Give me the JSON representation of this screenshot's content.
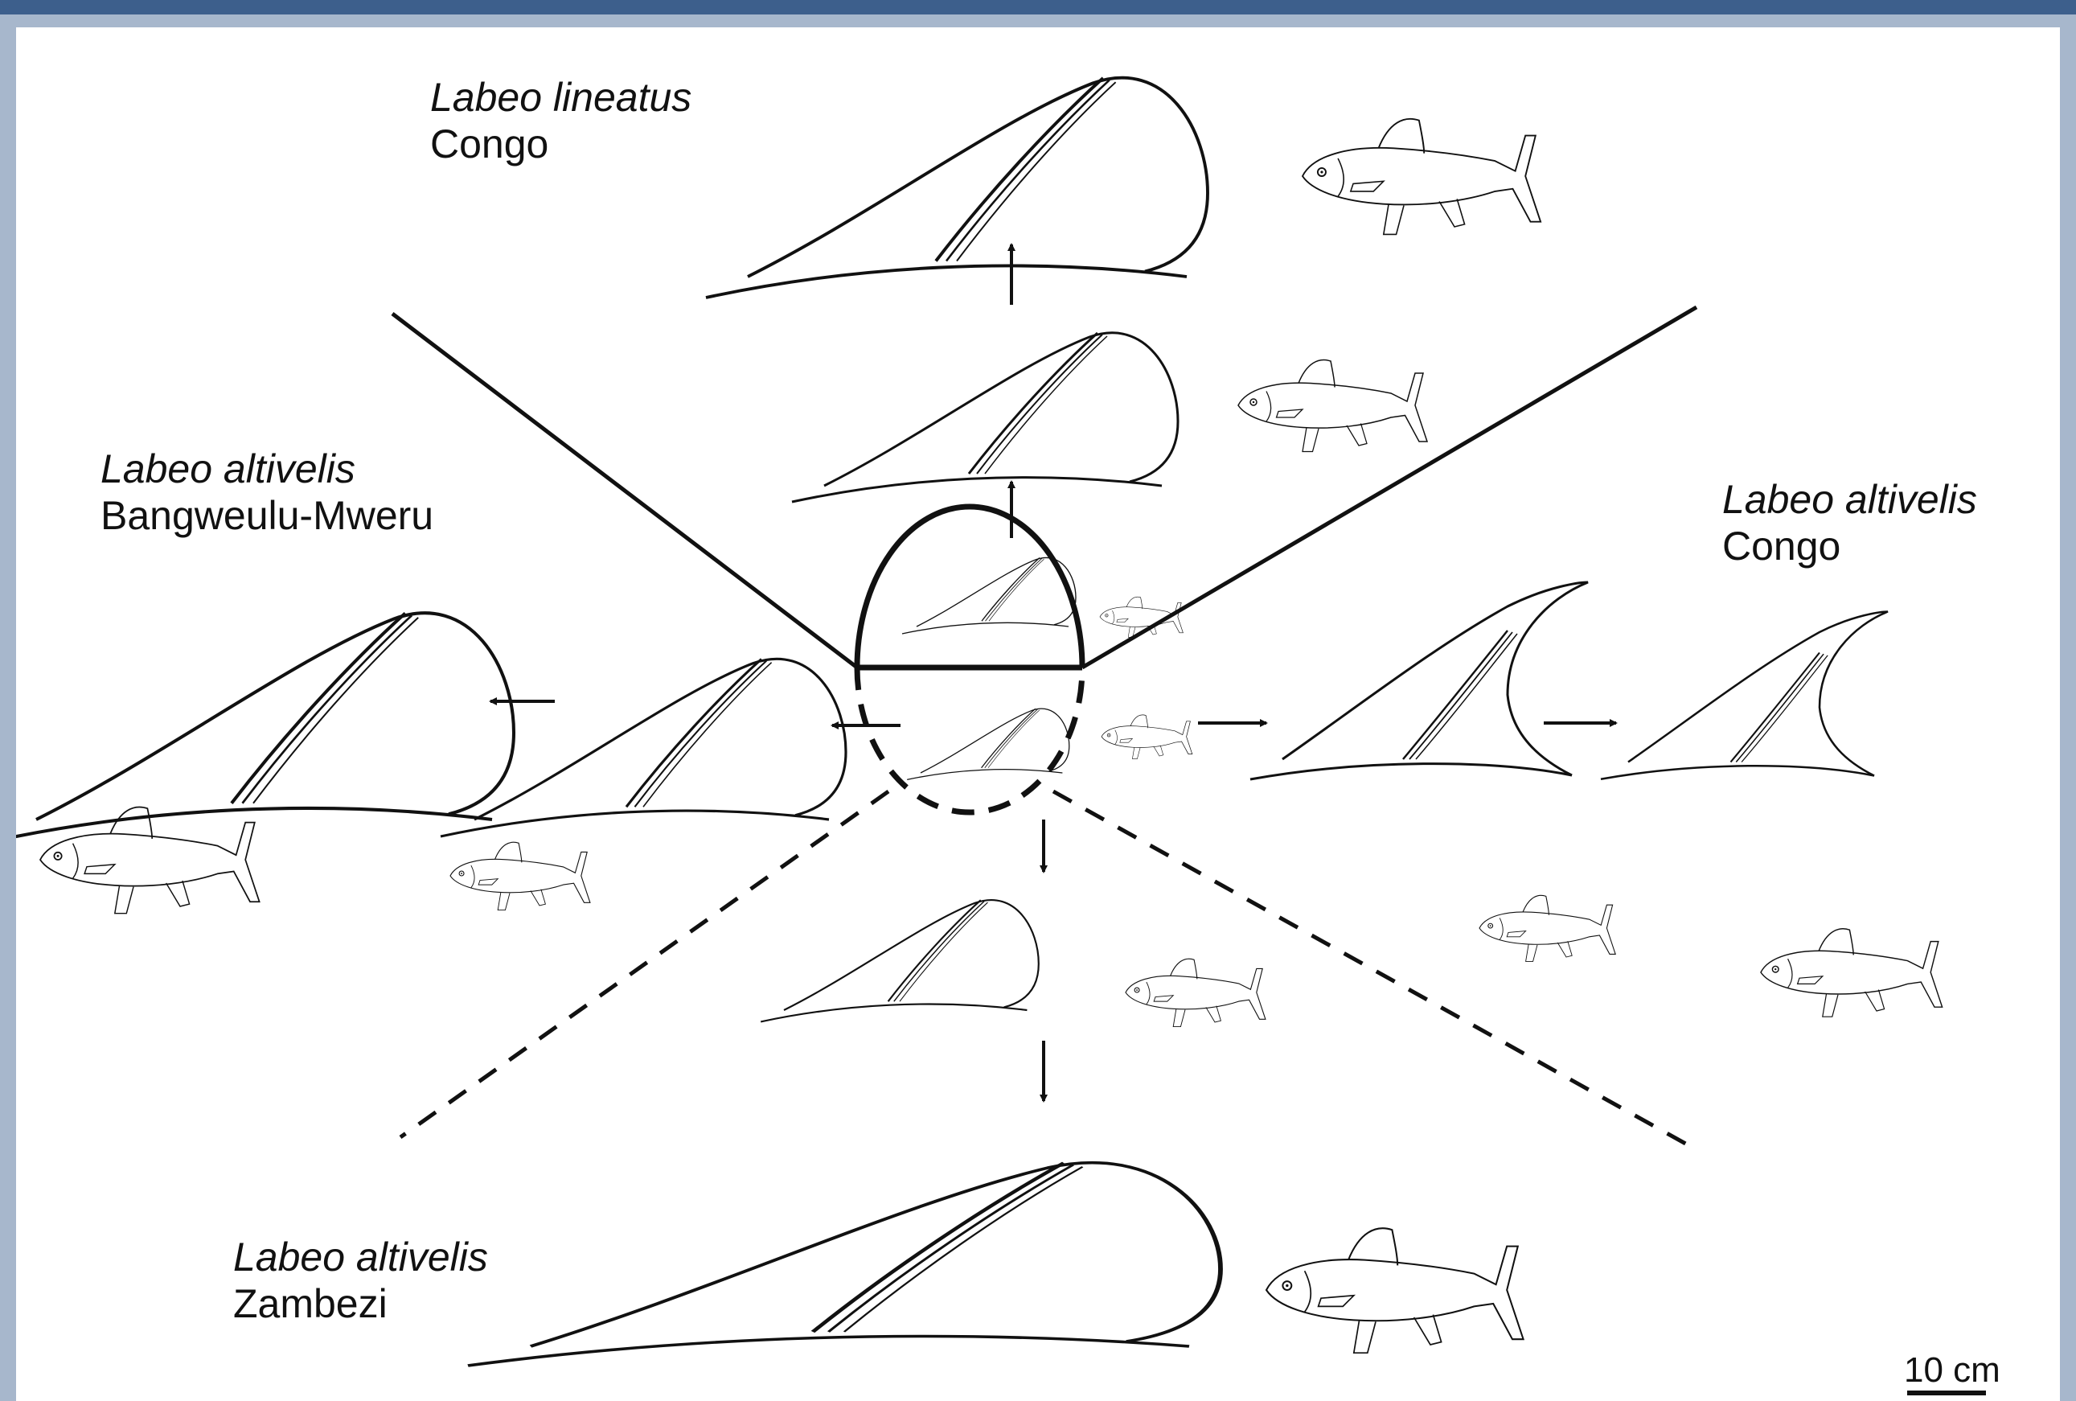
{
  "labels": {
    "lineatus_congo": {
      "species": "Labeo lineatus",
      "region": "Congo"
    },
    "altivelis_bangweulu": {
      "species": "Labeo altivelis",
      "region": "Bangweulu-Mweru"
    },
    "altivelis_congo": {
      "species": "Labeo altivelis",
      "region": "Congo"
    },
    "altivelis_zambezi": {
      "species": "Labeo altivelis",
      "region": "Zambezi"
    }
  },
  "scale_bar": {
    "label": "10 cm"
  },
  "colors": {
    "frame_dark": "#3d5f8c",
    "frame_light": "#a7b7cc",
    "ink": "#111111"
  }
}
